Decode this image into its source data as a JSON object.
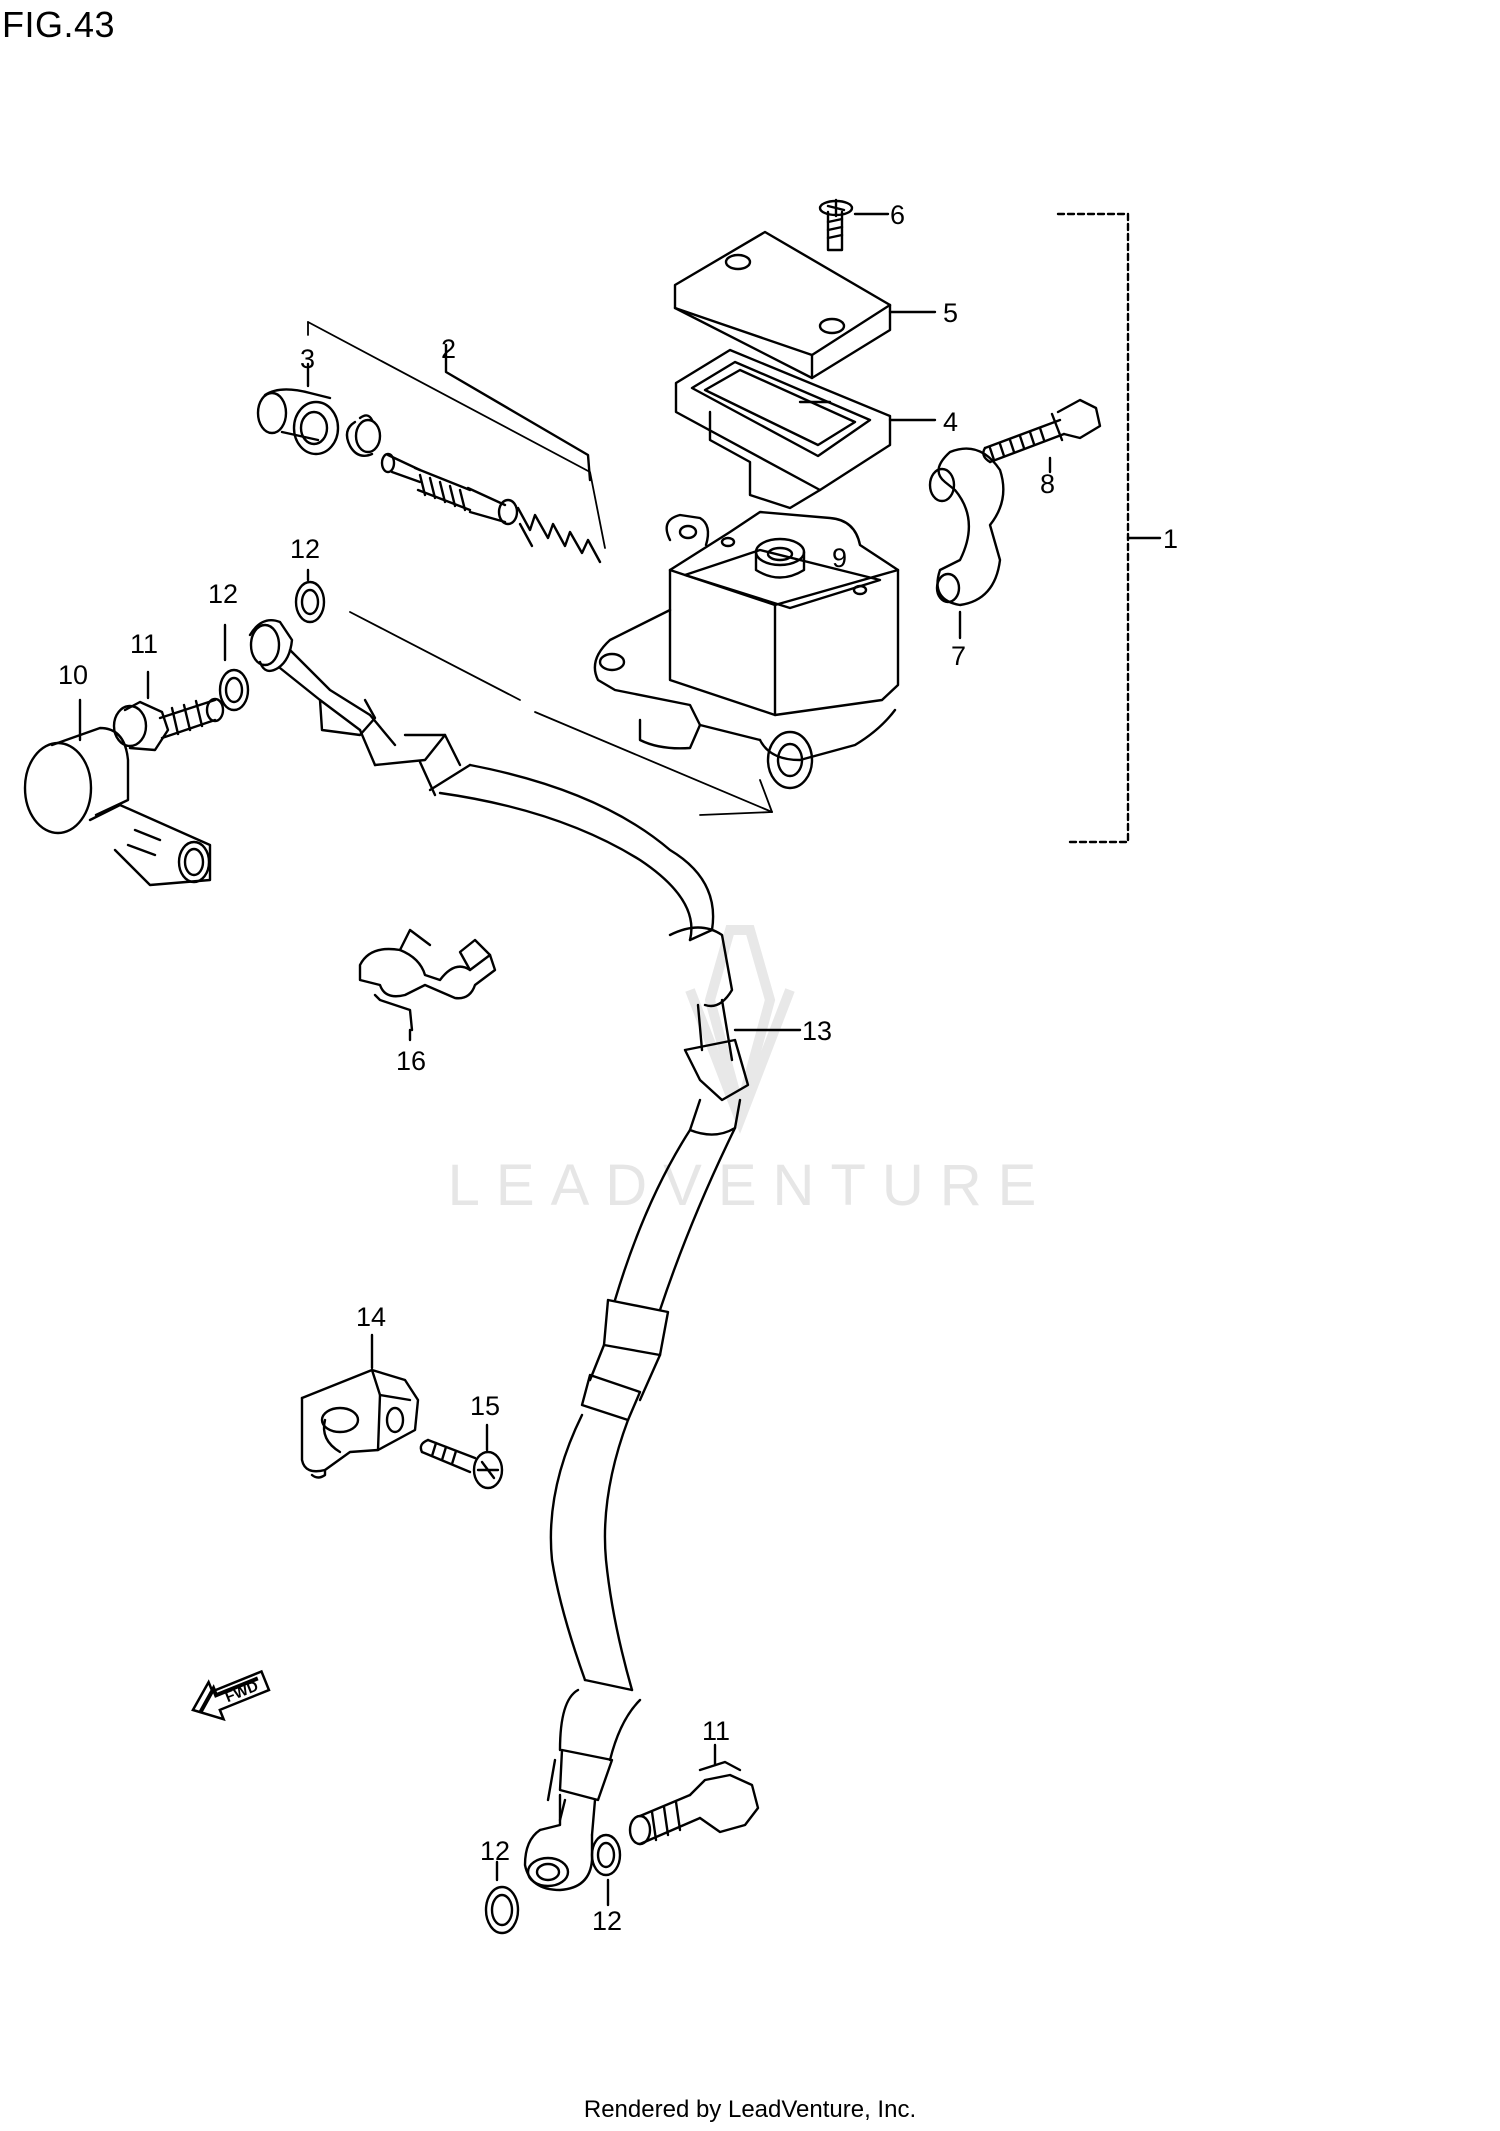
{
  "figure": {
    "title": "FIG.43"
  },
  "callouts": {
    "p1": "1",
    "p2": "2",
    "p3": "3",
    "p4": "4",
    "p5": "5",
    "p6": "6",
    "p7": "7",
    "p8": "8",
    "p9": "9",
    "p10": "10",
    "p11a": "11",
    "p11b": "11",
    "p12a": "12",
    "p12b": "12",
    "p12c": "12",
    "p12d": "12",
    "p13": "13",
    "p14": "14",
    "p15": "15",
    "p16": "16"
  },
  "direction_arrow": {
    "label": "FWD",
    "icon": "fwd-arrow-icon"
  },
  "watermark": {
    "text": "LEADVENTURE"
  },
  "footer": {
    "text": "Rendered by LeadVenture, Inc."
  }
}
